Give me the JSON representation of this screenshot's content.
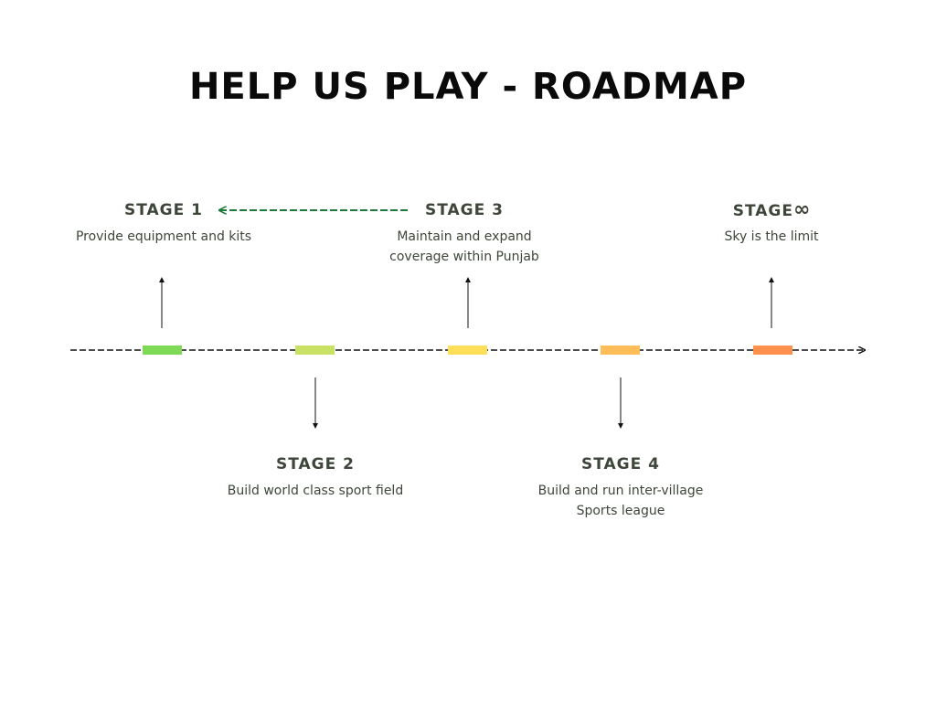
{
  "title": "HELP US PLAY - ROADMAP",
  "colors": {
    "text": "#3d4639",
    "arrow_green": "#1e7a3c",
    "stage1": "#7ed957",
    "stage2": "#c9e265",
    "stage3": "#ffde59",
    "stage4": "#ffbd59",
    "stage5": "#ff914d"
  },
  "stages": [
    {
      "title": "STAGE 1",
      "desc": [
        "Provide equipment and kits"
      ]
    },
    {
      "title": "STAGE 2",
      "desc": [
        "Build world class sport field"
      ]
    },
    {
      "title": "STAGE 3",
      "desc": [
        "Maintain and expand",
        "coverage within Punjab"
      ]
    },
    {
      "title": "STAGE 4",
      "desc": [
        "Build and run inter-village",
        "Sports league"
      ]
    },
    {
      "title": "STAGE",
      "symbol": "∞",
      "desc": [
        "Sky is the limit"
      ]
    }
  ]
}
